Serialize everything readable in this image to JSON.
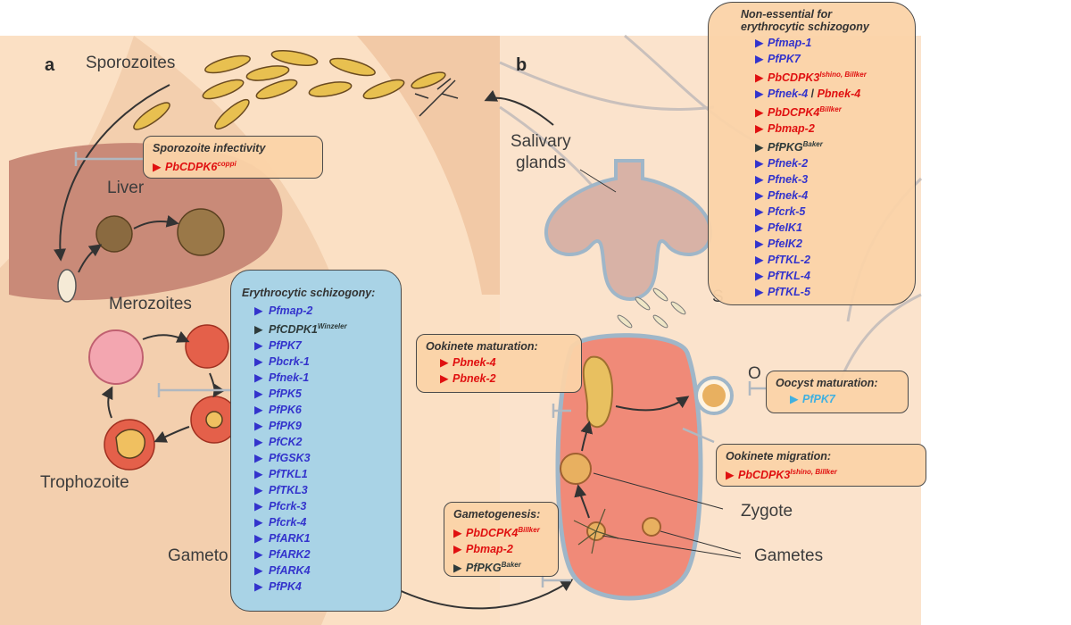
{
  "panels": {
    "a": "a",
    "b": "b"
  },
  "labels": {
    "sporozoites": "Sporozoites",
    "liver": "Liver",
    "merozoites": "Merozoites",
    "trophozoite": "Trophozoite",
    "gametocytes": "Gameto",
    "salivary_line1": "Salivary",
    "salivary_line2": "glands",
    "zygote": "Zygote",
    "gametes": "Gametes",
    "oocyst_fragment": "O",
    "sporozoite_fragment": "S"
  },
  "boxes": {
    "sporozoite_infectivity": {
      "title": "Sporozoite infectivity",
      "items": [
        {
          "text": "PbCDPK6",
          "sup": "coppi",
          "color": "#e01010"
        }
      ]
    },
    "erythrocytic": {
      "title": "Erythrocytic schizogony:",
      "items": [
        {
          "text": "Pfmap-2",
          "sup": "",
          "color": "#3333cc"
        },
        {
          "text": "PfCDPK1",
          "sup": "Winzeler",
          "color": "#2e3b3b"
        },
        {
          "text": "PfPK7",
          "sup": "",
          "color": "#3333cc"
        },
        {
          "text": "Pbcrk-1",
          "sup": "",
          "color": "#3333cc"
        },
        {
          "text": "Pfnek-1",
          "sup": "",
          "color": "#3333cc"
        },
        {
          "text": "PfPK5",
          "sup": "",
          "color": "#3333cc"
        },
        {
          "text": "PfPK6",
          "sup": "",
          "color": "#3333cc"
        },
        {
          "text": "PfPK9",
          "sup": "",
          "color": "#3333cc"
        },
        {
          "text": "PfCK2",
          "sup": "",
          "color": "#3333cc"
        },
        {
          "text": "PfGSK3",
          "sup": "",
          "color": "#3333cc"
        },
        {
          "text": "PfTKL1",
          "sup": "",
          "color": "#3333cc"
        },
        {
          "text": "PfTKL3",
          "sup": "",
          "color": "#3333cc"
        },
        {
          "text": "Pfcrk-3",
          "sup": "",
          "color": "#3333cc"
        },
        {
          "text": "Pfcrk-4",
          "sup": "",
          "color": "#3333cc"
        },
        {
          "text": "PfARK1",
          "sup": "",
          "color": "#3333cc"
        },
        {
          "text": "PfARK2",
          "sup": "",
          "color": "#3333cc"
        },
        {
          "text": "PfARK4",
          "sup": "",
          "color": "#3333cc"
        },
        {
          "text": "PfPK4",
          "sup": "",
          "color": "#3333cc"
        }
      ]
    },
    "non_essential": {
      "title_line1": "Non-essential for",
      "title_line2": "erythrocytic schizogony",
      "items": [
        {
          "text": "Pfmap-1",
          "sup": "",
          "color": "#3333cc"
        },
        {
          "text": "PfPK7",
          "sup": "",
          "color": "#3333cc"
        },
        {
          "text": "PbCDPK3",
          "sup": "Ishino, Billker",
          "color": "#e01010"
        },
        {
          "text": "Pfnek-4",
          "sup": "",
          "color": "#3333cc",
          "extra_sep": " / ",
          "extra": "Pbnek-4",
          "extra_color": "#e01010"
        },
        {
          "text": "PbDCPK4",
          "sup": "Billker",
          "color": "#e01010"
        },
        {
          "text": "Pbmap-2",
          "sup": "",
          "color": "#e01010"
        },
        {
          "text": "PfPKG",
          "sup": "Baker",
          "color": "#2e3b3b"
        },
        {
          "text": "Pfnek-2",
          "sup": "",
          "color": "#3333cc"
        },
        {
          "text": "Pfnek-3",
          "sup": "",
          "color": "#3333cc"
        },
        {
          "text": "Pfnek-4",
          "sup": "",
          "color": "#3333cc"
        },
        {
          "text": "Pfcrk-5",
          "sup": "",
          "color": "#3333cc"
        },
        {
          "text": "PfeIK1",
          "sup": "",
          "color": "#3333cc"
        },
        {
          "text": "PfeIK2",
          "sup": "",
          "color": "#3333cc"
        },
        {
          "text": "PfTKL-2",
          "sup": "",
          "color": "#3333cc"
        },
        {
          "text": "PfTKL-4",
          "sup": "",
          "color": "#3333cc"
        },
        {
          "text": "PfTKL-5",
          "sup": "",
          "color": "#3333cc"
        }
      ]
    },
    "ookinete_maturation": {
      "title": "Ookinete maturation:",
      "items": [
        {
          "text": "Pbnek-4",
          "sup": "",
          "color": "#e01010"
        },
        {
          "text": "Pbnek-2",
          "sup": "",
          "color": "#e01010"
        }
      ]
    },
    "oocyst_maturation": {
      "title": "Oocyst maturation:",
      "items": [
        {
          "text": "PfPK7",
          "sup": "",
          "color": "#40b0e0"
        }
      ]
    },
    "ookinete_migration": {
      "title": "Ookinete migration:",
      "items": [
        {
          "text": "PbCDPK3",
          "sup": "Ishino, Billker",
          "color": "#e01010"
        }
      ]
    },
    "gametogenesis": {
      "title": "Gametogenesis:",
      "items": [
        {
          "text": "PbDCPK4",
          "sup": "Billker",
          "color": "#e01010"
        },
        {
          "text": "Pbmap-2",
          "sup": "",
          "color": "#e01010"
        },
        {
          "text": "PfPKG",
          "sup": "Baker",
          "color": "#2e3b3b"
        }
      ]
    }
  },
  "colors": {
    "background_peach": "#fbe0c4",
    "liver": "#c98a78",
    "body_shade": "#f1c8a8",
    "blue_box": "#a9d3e6",
    "box_fill": "#fbd3a8",
    "red_item": "#e01010",
    "blue_item": "#3333cc",
    "dark_item": "#2e3b3b",
    "cyan_item": "#40b0e0"
  }
}
